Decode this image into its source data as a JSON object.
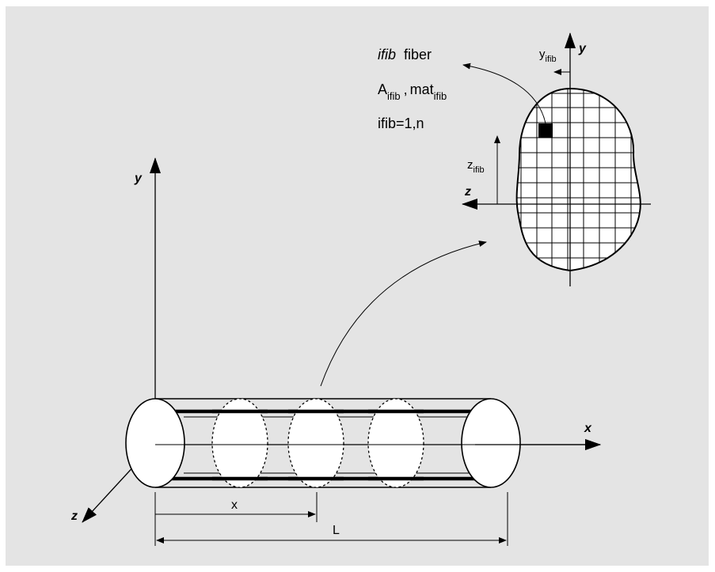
{
  "colors": {
    "panel_background": "#e4e4e4",
    "page_background": "#ffffff",
    "ink": "#000000",
    "disc_fill": "#ffffff"
  },
  "axes_global": {
    "x_label": "x",
    "y_label": "y",
    "z_label": "z"
  },
  "section_axes": {
    "y_label": "y",
    "z_label": "z",
    "y_local_label": "y",
    "y_local_subscript": "ifib",
    "z_local_label": "z",
    "z_local_subscript": "ifib"
  },
  "fiber_note": {
    "name_italic": "ifib",
    "name_rest": "fiber",
    "area_label": "A",
    "area_subscript": "ifib",
    "separator": ",",
    "material_label": "mat",
    "material_subscript": "ifib",
    "range": "ifib=1,n"
  },
  "dimensions": {
    "section_position": "x",
    "element_length": "L"
  }
}
